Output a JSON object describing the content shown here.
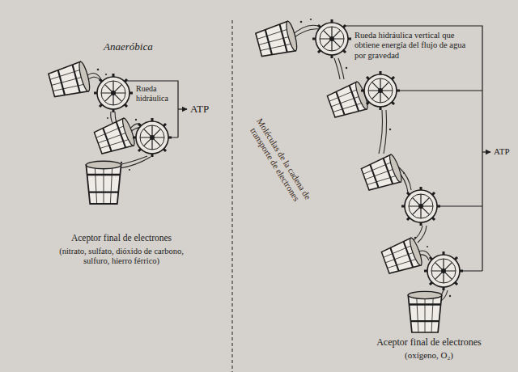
{
  "diagram": {
    "labels": [
      "Anaeróbica",
      "Rueda hidráulica",
      "ATP",
      "Aceptor final de electrones",
      "(nitrato, sulfato, dióxido de carbono, sulfuro, hierro férrico)",
      "Rueda hidráulica vertical que obtiene energía del flujo de agua por gravedad",
      "Moléculas de la cadena de transporte de electrones",
      "ATP",
      "Aceptor final de electrones",
      "(oxígeno, O₂)"
    ]
  }
}
